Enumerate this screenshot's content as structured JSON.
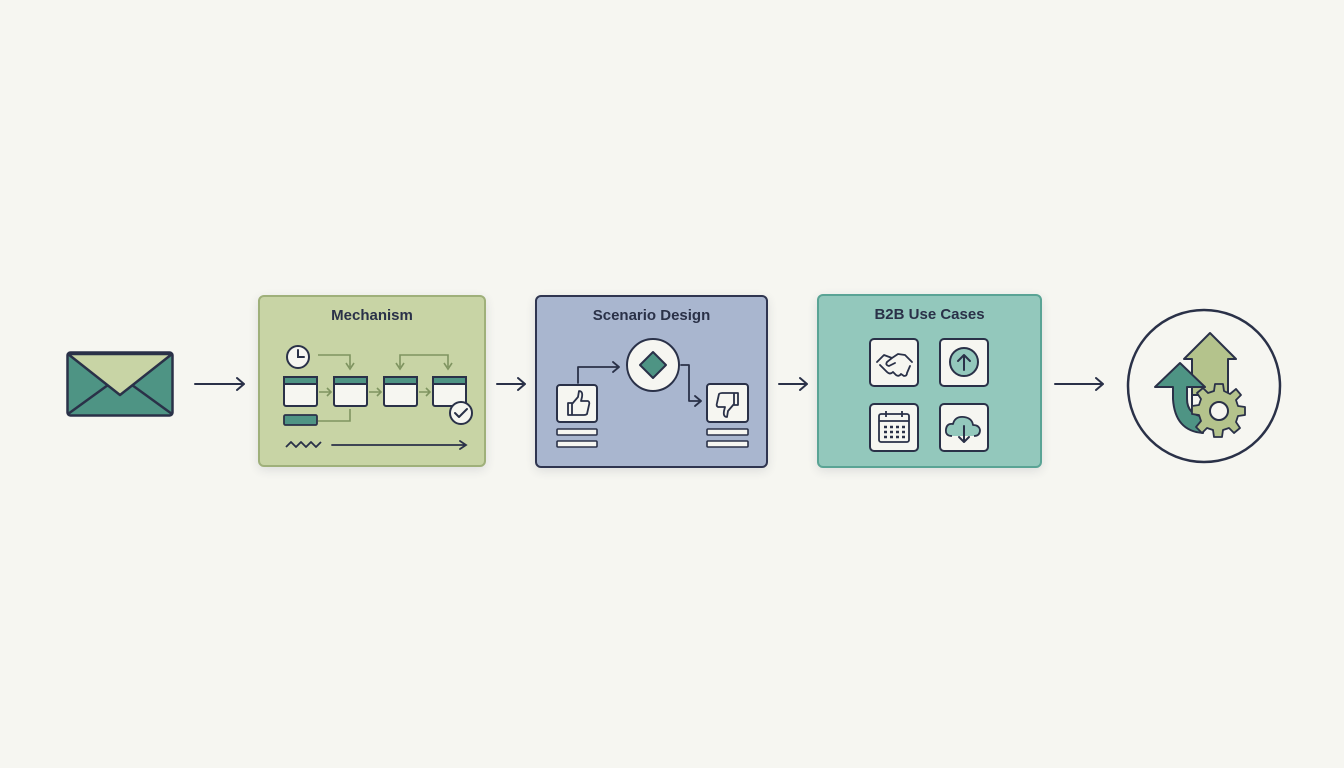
{
  "colors": {
    "background": "#f6f6f1",
    "ink": "#2a3148",
    "mechanism_fill": "#c8d4a5",
    "mechanism_border": "#9fb07a",
    "scenario_fill": "#a9b6cf",
    "scenario_border": "#2f3550",
    "usecases_fill": "#93c8bc",
    "usecases_border": "#5aa495",
    "teal": "#4e9484",
    "olive": "#b4c38c"
  },
  "panels": {
    "mechanism": {
      "title": "Mechanism"
    },
    "scenario": {
      "title": "Scenario Design"
    },
    "usecases": {
      "title": "B2B Use Cases"
    }
  },
  "icons": {
    "start": "envelope-icon",
    "mechanism": [
      "clock-icon",
      "window-icon",
      "check-circle-icon",
      "wave-icon"
    ],
    "scenario": [
      "thumbs-up-icon",
      "diamond-decision-icon",
      "thumbs-down-icon"
    ],
    "usecases": [
      "handshake-icon",
      "upload-circle-icon",
      "calendar-icon",
      "cloud-download-icon"
    ],
    "end": "growth-gear-icon"
  }
}
